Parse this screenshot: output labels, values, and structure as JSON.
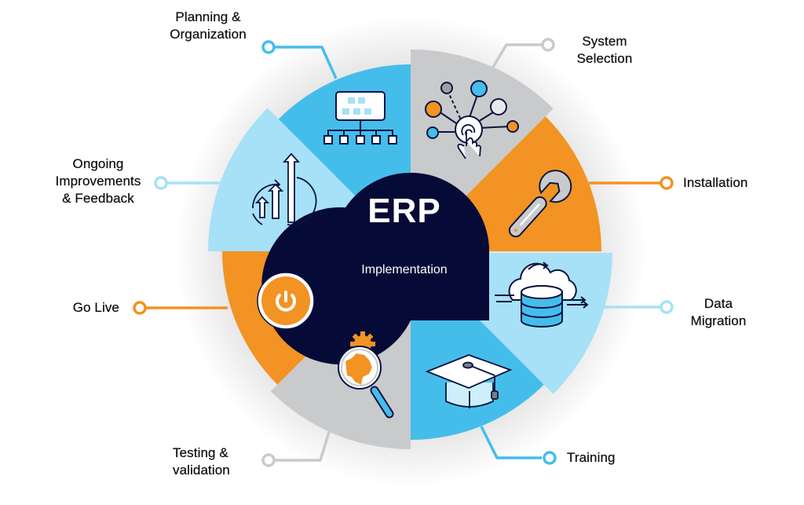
{
  "diagram": {
    "center": {
      "title": "ERP",
      "subtitle": "Implementation",
      "color": "#060A36"
    },
    "colors": {
      "blue": "#45BDEB",
      "light_blue": "#A6E1F7",
      "gray": "#C9CACC",
      "orange": "#F29323",
      "navy": "#0A1440"
    },
    "steps": [
      {
        "id": "planning",
        "lines": [
          "Planning &",
          "Organization"
        ],
        "color": "#45BDEB",
        "icon": "org-chart-icon"
      },
      {
        "id": "system-selection",
        "lines": [
          "System",
          "Selection"
        ],
        "color": "#C9CACC",
        "icon": "touch-network-icon"
      },
      {
        "id": "installation",
        "lines": [
          "Installation"
        ],
        "color": "#F29323",
        "icon": "wrench-icon"
      },
      {
        "id": "data-migration",
        "lines": [
          "Data",
          "Migration"
        ],
        "color": "#A6E1F7",
        "icon": "cloud-database-icon"
      },
      {
        "id": "training",
        "lines": [
          "Training"
        ],
        "color": "#45BDEB",
        "icon": "graduation-cap-icon"
      },
      {
        "id": "testing",
        "lines": [
          "Testing &",
          "validation"
        ],
        "color": "#C9CACC",
        "icon": "magnifier-gear-icon"
      },
      {
        "id": "go-live",
        "lines": [
          "Go Live"
        ],
        "color": "#F29323",
        "icon": "power-icon"
      },
      {
        "id": "ongoing",
        "lines": [
          "Ongoing",
          "Improvements",
          "& Feedback"
        ],
        "color": "#A6E1F7",
        "icon": "growth-arrows-icon"
      }
    ]
  }
}
